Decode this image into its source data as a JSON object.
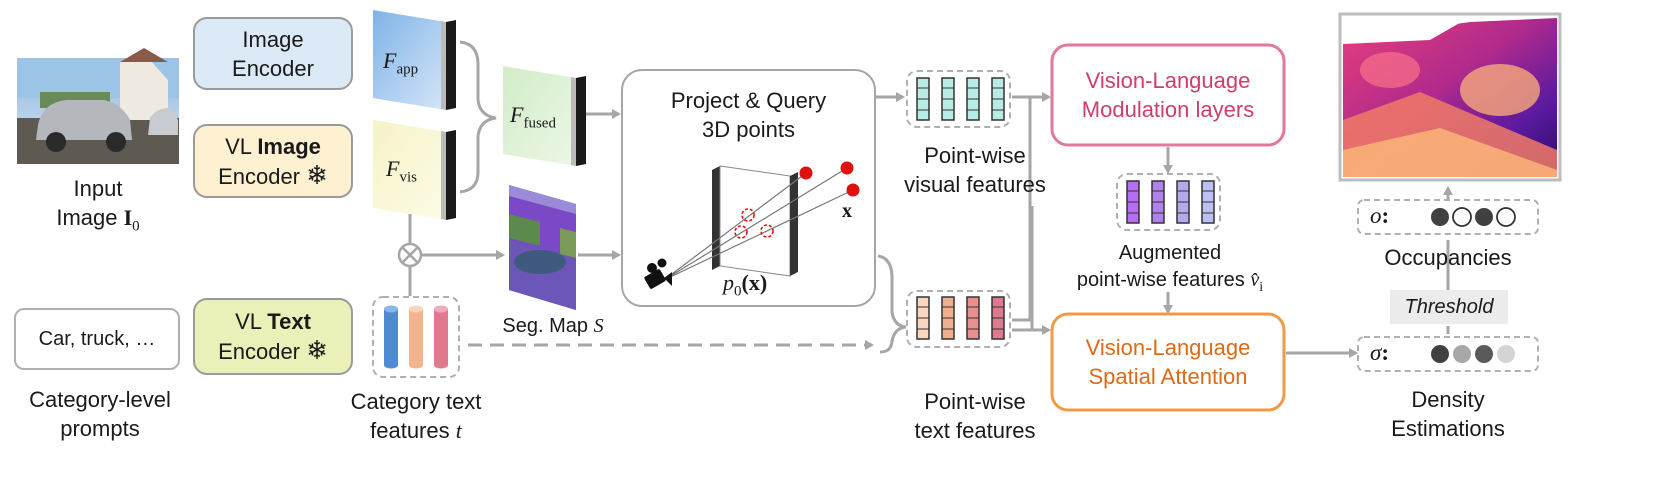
{
  "input": {
    "label_line1": "Input",
    "label_line2": "Image",
    "symbol": "I",
    "symbol_sub": "0"
  },
  "prompts": {
    "box_text": "Car, truck, …",
    "label_line1": "Category-level",
    "label_line2": "prompts"
  },
  "image_encoder": {
    "line1": "Image",
    "line2": "Encoder"
  },
  "vl_image_encoder": {
    "line1_prefix": "VL",
    "line1_bold": "Image",
    "line2": "Encoder",
    "icon": "snowflake-icon"
  },
  "vl_text_encoder": {
    "line1_prefix": "VL",
    "line1_bold": "Text",
    "line2": "Encoder",
    "icon": "snowflake-icon"
  },
  "feature_maps": {
    "app": {
      "symbol": "F",
      "sub": "app"
    },
    "vis": {
      "symbol": "F",
      "sub": "vis"
    },
    "fused": {
      "symbol": "F",
      "sub": "fused"
    }
  },
  "operator": {
    "symbol": "⊗"
  },
  "seg_map": {
    "label": "Seg. Map",
    "symbol": "S"
  },
  "category_text_features": {
    "label_line1": "Category text",
    "label_line2": "features",
    "symbol": "t"
  },
  "project_query": {
    "title_line1": "Project & Query",
    "title_line2": "3D points",
    "point_label": "x",
    "projection_label": "p",
    "projection_sub": "0",
    "projection_arg": "(x)"
  },
  "pointwise_visual": {
    "label_line1": "Point-wise",
    "label_line2": "visual features"
  },
  "pointwise_text": {
    "label_line1": "Point-wise",
    "label_line2": "text features"
  },
  "vl_modulation": {
    "line1": "Vision-Language",
    "line2": "Modulation layers"
  },
  "augmented": {
    "label_line1": "Augmented",
    "label_line2": "point-wise features",
    "symbol": "v̂",
    "sub": "i"
  },
  "vl_spatial_attention": {
    "line1": "Vision-Language",
    "line2": "Spatial Attention"
  },
  "density": {
    "symbol": "σ",
    "sep": ":",
    "label_line1": "Density",
    "label_line2": "Estimations",
    "dot_colors": [
      "#404040",
      "#a8a8a8",
      "#5a5a5a",
      "#d4d4d4"
    ]
  },
  "threshold": {
    "label": "Threshold"
  },
  "occupancy": {
    "symbol": "o",
    "sep": ":",
    "label": "Occupancies",
    "dot_colors": [
      "#404040",
      "#ffffff",
      "#404040",
      "#ffffff"
    ]
  },
  "colors": {
    "image_encoder_fill": "#dce9f7",
    "vl_image_encoder_fill": "#fdf1d2",
    "vl_text_encoder_fill": "#eaf0b8",
    "modulation_border": "#e07a98",
    "modulation_text": "#d03c6e",
    "attention_border": "#f09a48",
    "attention_text": "#dd6a16",
    "arrow": "#a6a6a6"
  }
}
